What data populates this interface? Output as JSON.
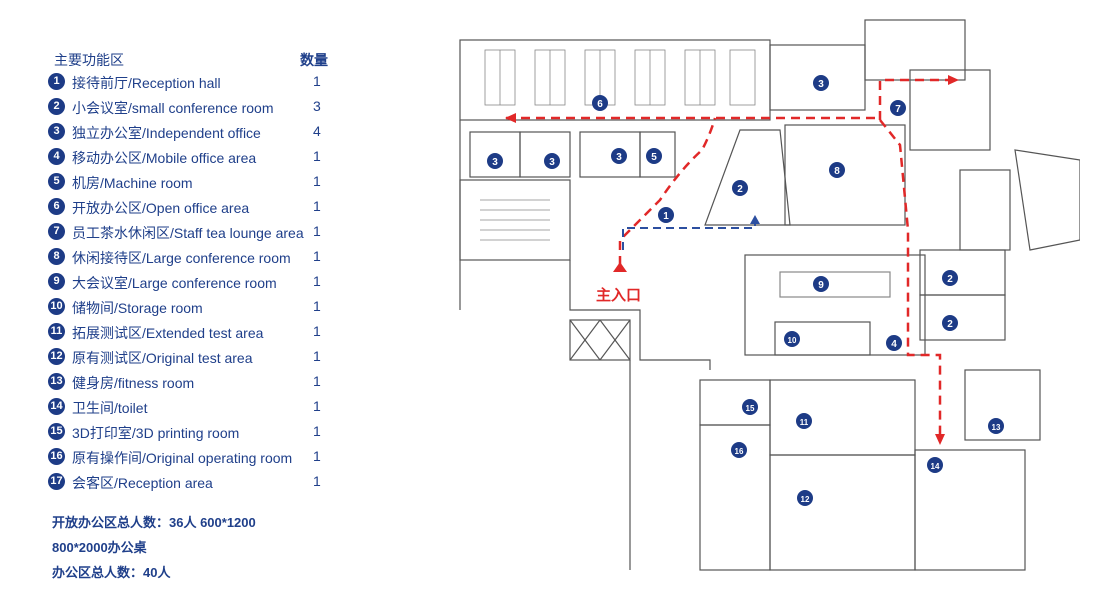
{
  "legend": {
    "header_name": "主要功能区",
    "header_qty": "数量",
    "items": [
      {
        "num": "1",
        "label": "接待前厅/Reception hall",
        "qty": "1"
      },
      {
        "num": "2",
        "label": "小会议室/small conference room",
        "qty": "3"
      },
      {
        "num": "3",
        "label": "独立办公室/Independent office",
        "qty": "4"
      },
      {
        "num": "4",
        "label": "移动办公区/Mobile office area",
        "qty": "1"
      },
      {
        "num": "5",
        "label": "机房/Machine room",
        "qty": "1"
      },
      {
        "num": "6",
        "label": "开放办公区/Open office area",
        "qty": "1"
      },
      {
        "num": "7",
        "label": "员工茶水休闲区/Staff tea lounge area",
        "qty": "1"
      },
      {
        "num": "8",
        "label": "休闲接待区/Large conference room",
        "qty": "1"
      },
      {
        "num": "9",
        "label": "大会议室/Large conference room",
        "qty": "1"
      },
      {
        "num": "10",
        "label": "储物间/Storage room",
        "qty": "1"
      },
      {
        "num": "11",
        "label": "拓展测试区/Extended test area",
        "qty": "1"
      },
      {
        "num": "12",
        "label": "原有测试区/Original test area",
        "qty": "1"
      },
      {
        "num": "13",
        "label": "健身房/fitness room",
        "qty": "1"
      },
      {
        "num": "14",
        "label": "卫生间/toilet",
        "qty": "1"
      },
      {
        "num": "15",
        "label": "3D打印室/3D printing room",
        "qty": "1"
      },
      {
        "num": "16",
        "label": "原有操作间/Original operating room",
        "qty": "1"
      },
      {
        "num": "17",
        "label": "会客区/Reception area",
        "qty": "1"
      }
    ]
  },
  "notes": {
    "line1": "开放办公区总人数：36人 600*1200",
    "line2": "800*2000办公桌",
    "line3": "办公区总人数：40人"
  },
  "plan": {
    "entrance_label": "主入口",
    "markers": [
      "6",
      "3",
      "3",
      "3",
      "3",
      "5",
      "2",
      "8",
      "7",
      "1",
      "9",
      "2",
      "2",
      "10",
      "4",
      "15",
      "11",
      "16",
      "12",
      "13",
      "14"
    ],
    "colors": {
      "badge": "#1d3b86",
      "red_path": "#e12828",
      "blue_path": "#2c4fa0",
      "line": "#555555"
    }
  }
}
